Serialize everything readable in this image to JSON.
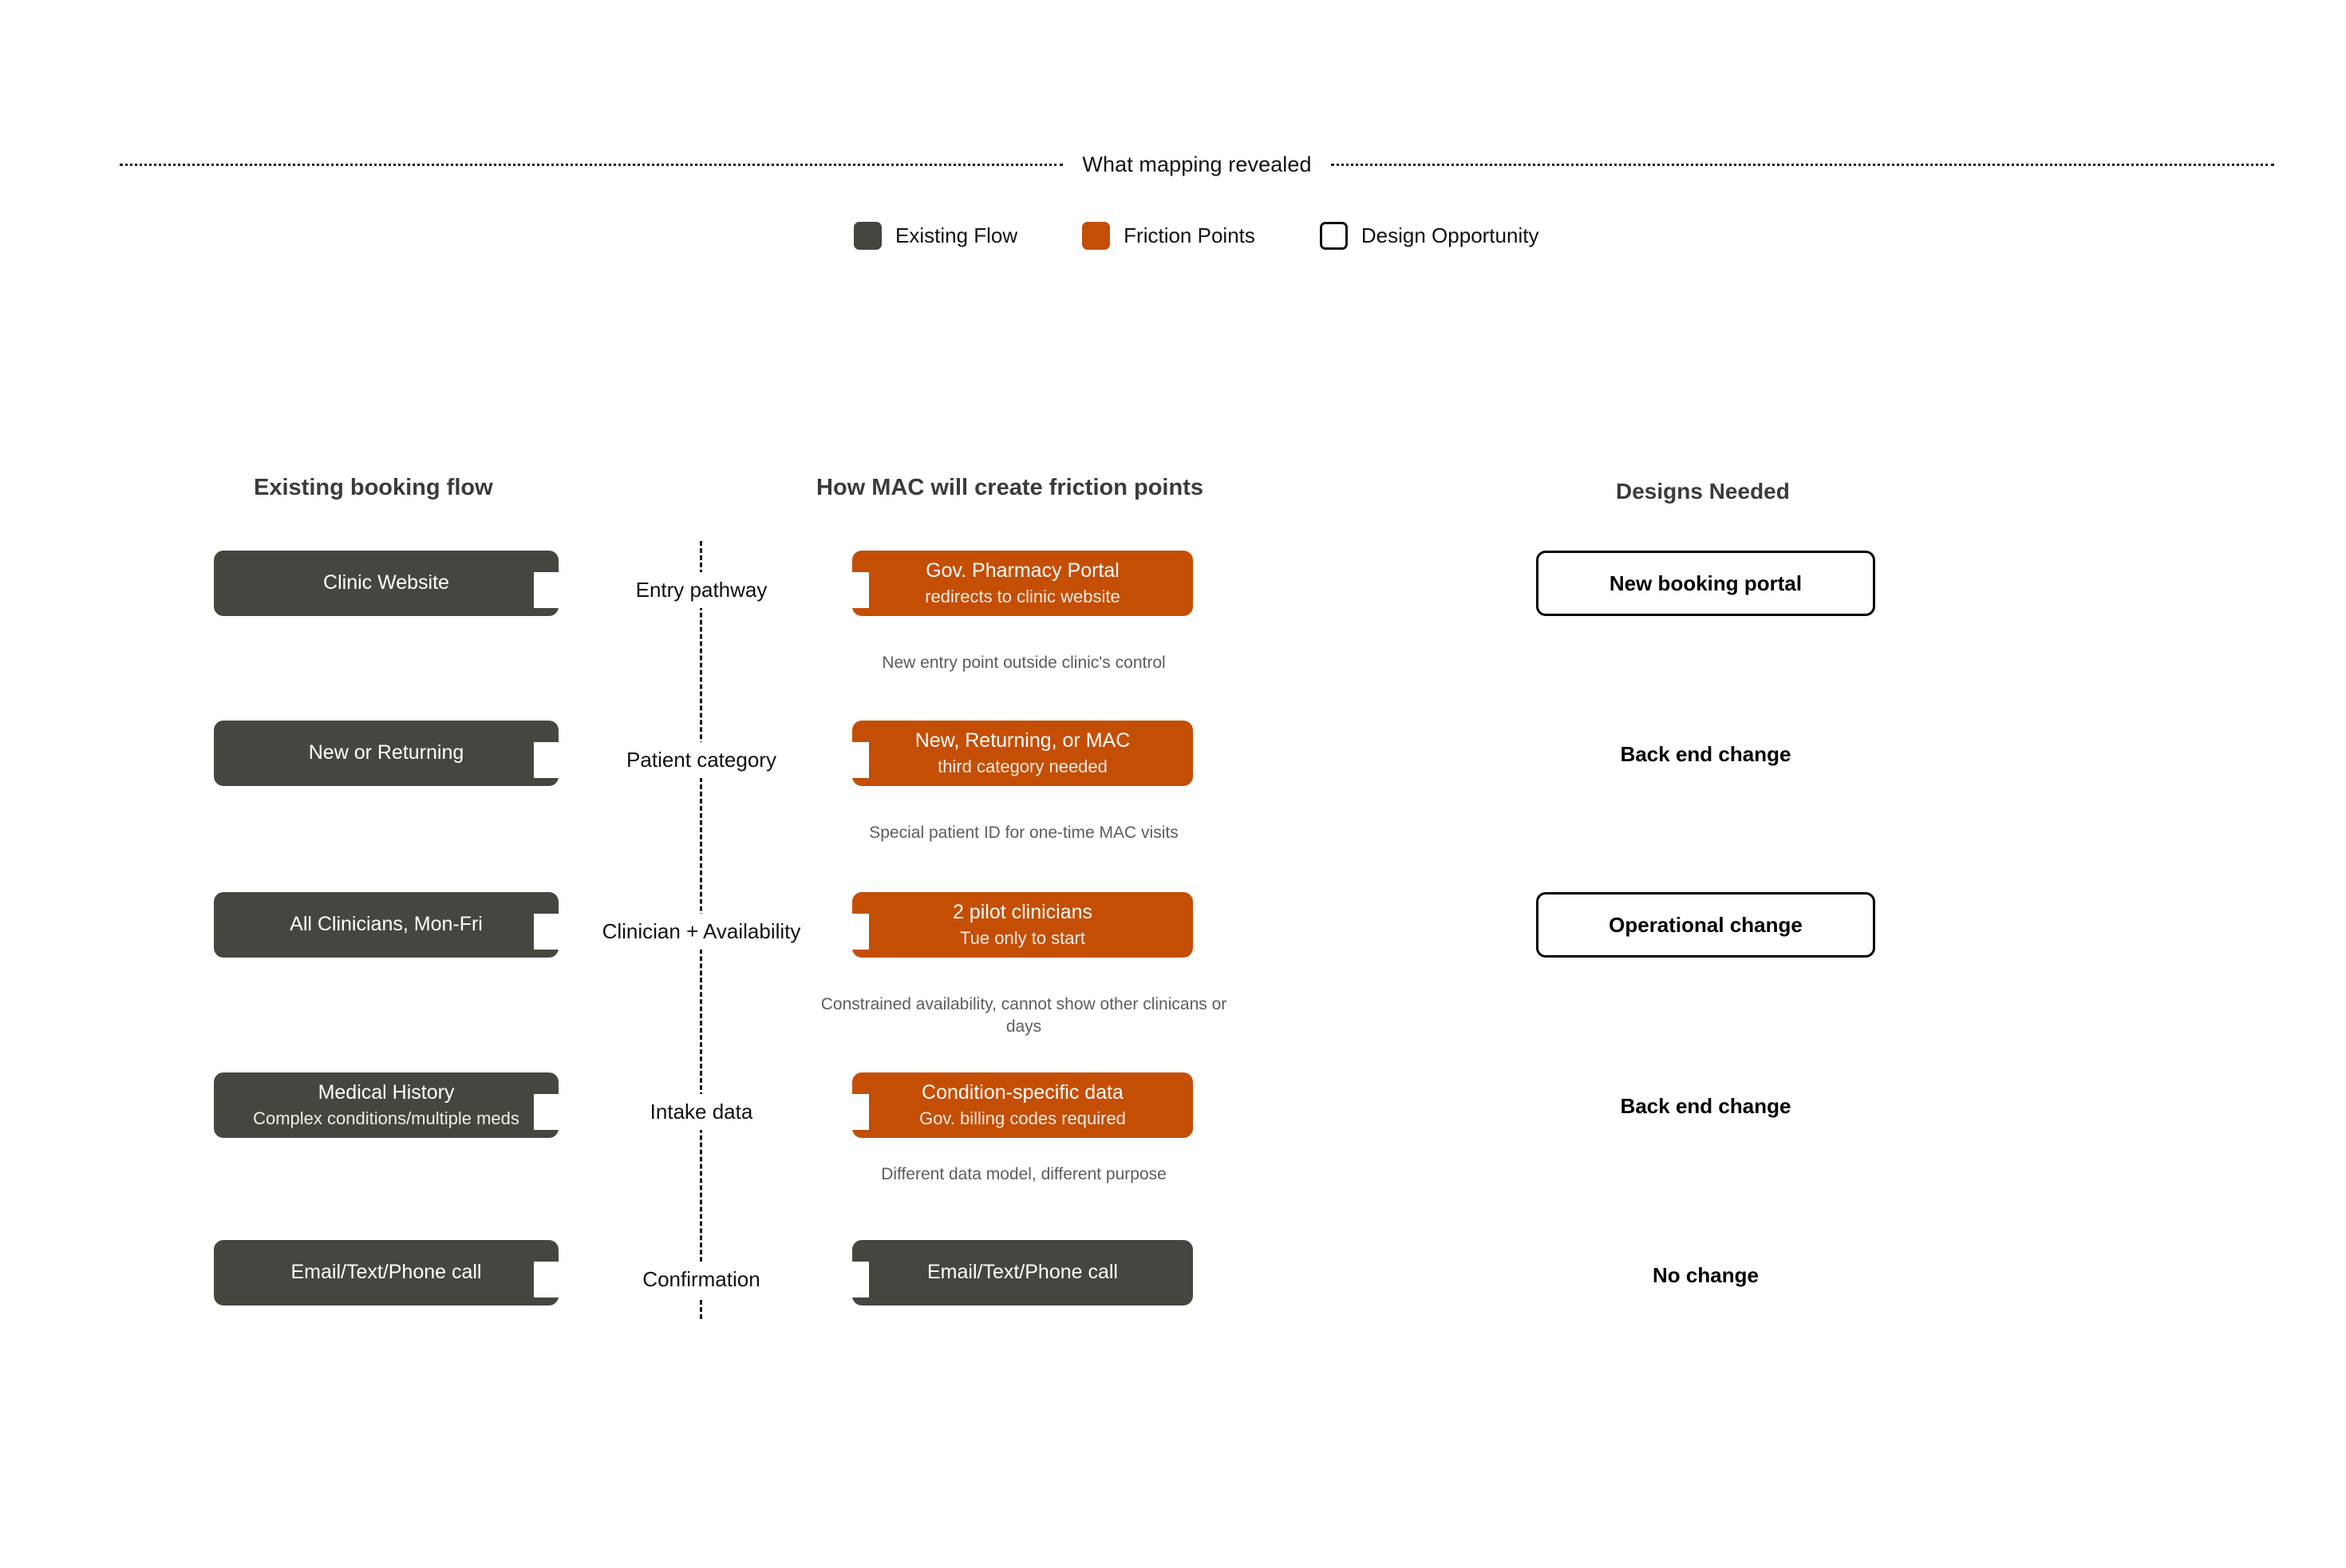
{
  "header": {
    "title": "What mapping revealed"
  },
  "legend": {
    "items": [
      {
        "label": "Existing Flow",
        "swatch": "filled-dark",
        "color": "#45463F"
      },
      {
        "label": "Friction Points",
        "swatch": "filled-orange",
        "color": "#C54E05"
      },
      {
        "label": "Design Opportunity",
        "swatch": "outlined",
        "color": "#FFFFFF"
      }
    ]
  },
  "columns": {
    "left_heading": "Existing booking flow",
    "middle_heading": "How MAC will create friction points",
    "right_heading": "Designs Needed"
  },
  "rows": [
    {
      "stage": "Entry pathway",
      "existing": {
        "title": "Clinic Website",
        "subtitle": "",
        "style": "dark"
      },
      "friction": {
        "title": "Gov. Pharmacy Portal",
        "subtitle": "redirects to clinic website",
        "style": "orange"
      },
      "caption": "New entry point outside clinic's control",
      "design": {
        "label": "New booking portal",
        "boxed": true
      }
    },
    {
      "stage": "Patient category",
      "existing": {
        "title": "New or Returning",
        "subtitle": "",
        "style": "dark"
      },
      "friction": {
        "title": "New, Returning, or MAC",
        "subtitle": "third category needed",
        "style": "orange"
      },
      "caption": "Special patient ID for one-time MAC visits",
      "design": {
        "label": "Back end change",
        "boxed": false
      }
    },
    {
      "stage": "Clinician + Availability",
      "existing": {
        "title": "All Clinicians, Mon-Fri",
        "subtitle": "",
        "style": "dark"
      },
      "friction": {
        "title": "2 pilot clinicians",
        "subtitle": "Tue only to start",
        "style": "orange"
      },
      "caption": "Constrained availability, cannot show other clinicans or days",
      "design": {
        "label": "Operational change",
        "boxed": true
      }
    },
    {
      "stage": "Intake data",
      "existing": {
        "title": "Medical History",
        "subtitle": "Complex conditions/multiple meds",
        "style": "dark"
      },
      "friction": {
        "title": "Condition-specific data",
        "subtitle": "Gov. billing codes required",
        "style": "orange"
      },
      "caption": "Different data model, different purpose",
      "design": {
        "label": "Back end change",
        "boxed": false
      }
    },
    {
      "stage": "Confirmation",
      "existing": {
        "title": "Email/Text/Phone call",
        "subtitle": "",
        "style": "dark"
      },
      "friction": {
        "title": "Email/Text/Phone call",
        "subtitle": "",
        "style": "dark"
      },
      "caption": "",
      "design": {
        "label": "No change",
        "boxed": false
      }
    }
  ]
}
